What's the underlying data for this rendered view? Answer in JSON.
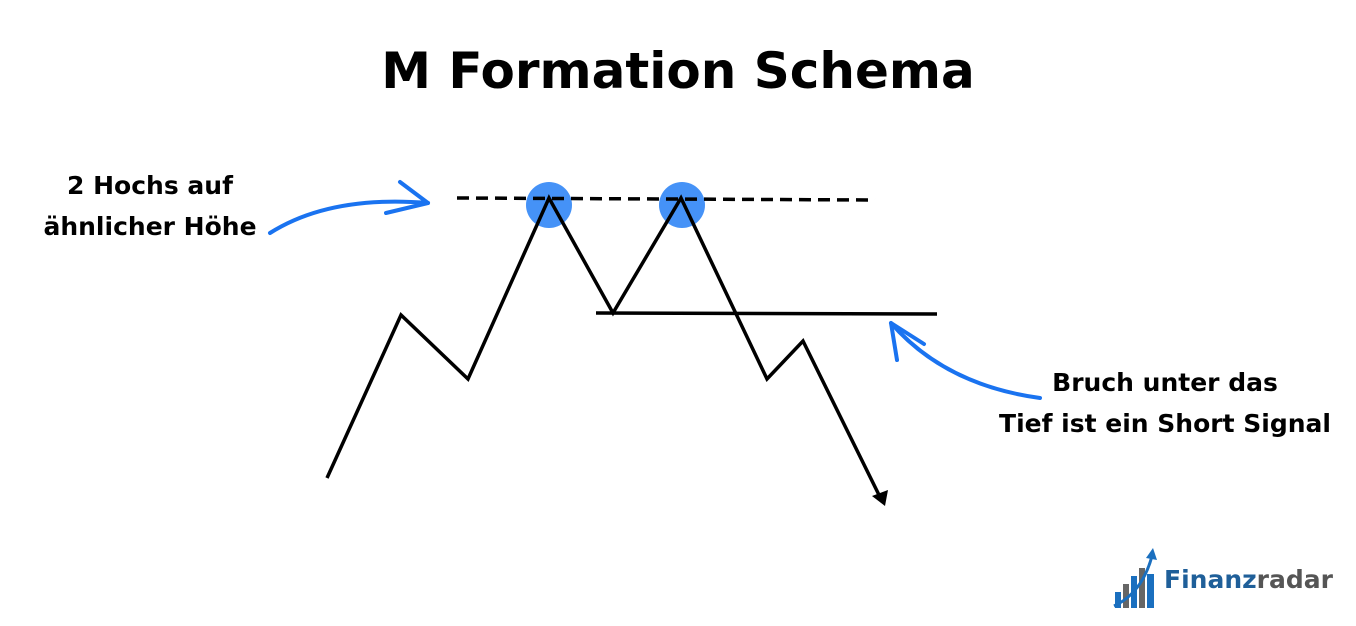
{
  "title": "M Formation Schema",
  "annotations": {
    "left": [
      "2 Hochs auf",
      "ähnlicher Höhe"
    ],
    "right": [
      "Bruch unter das",
      "Tief ist ein Short Signal"
    ]
  },
  "logo": {
    "part1": "Finanz",
    "part2": "radar"
  },
  "colors": {
    "accent": "#1a73f0",
    "highlight": "#3b8cf7",
    "line": "#000000"
  }
}
